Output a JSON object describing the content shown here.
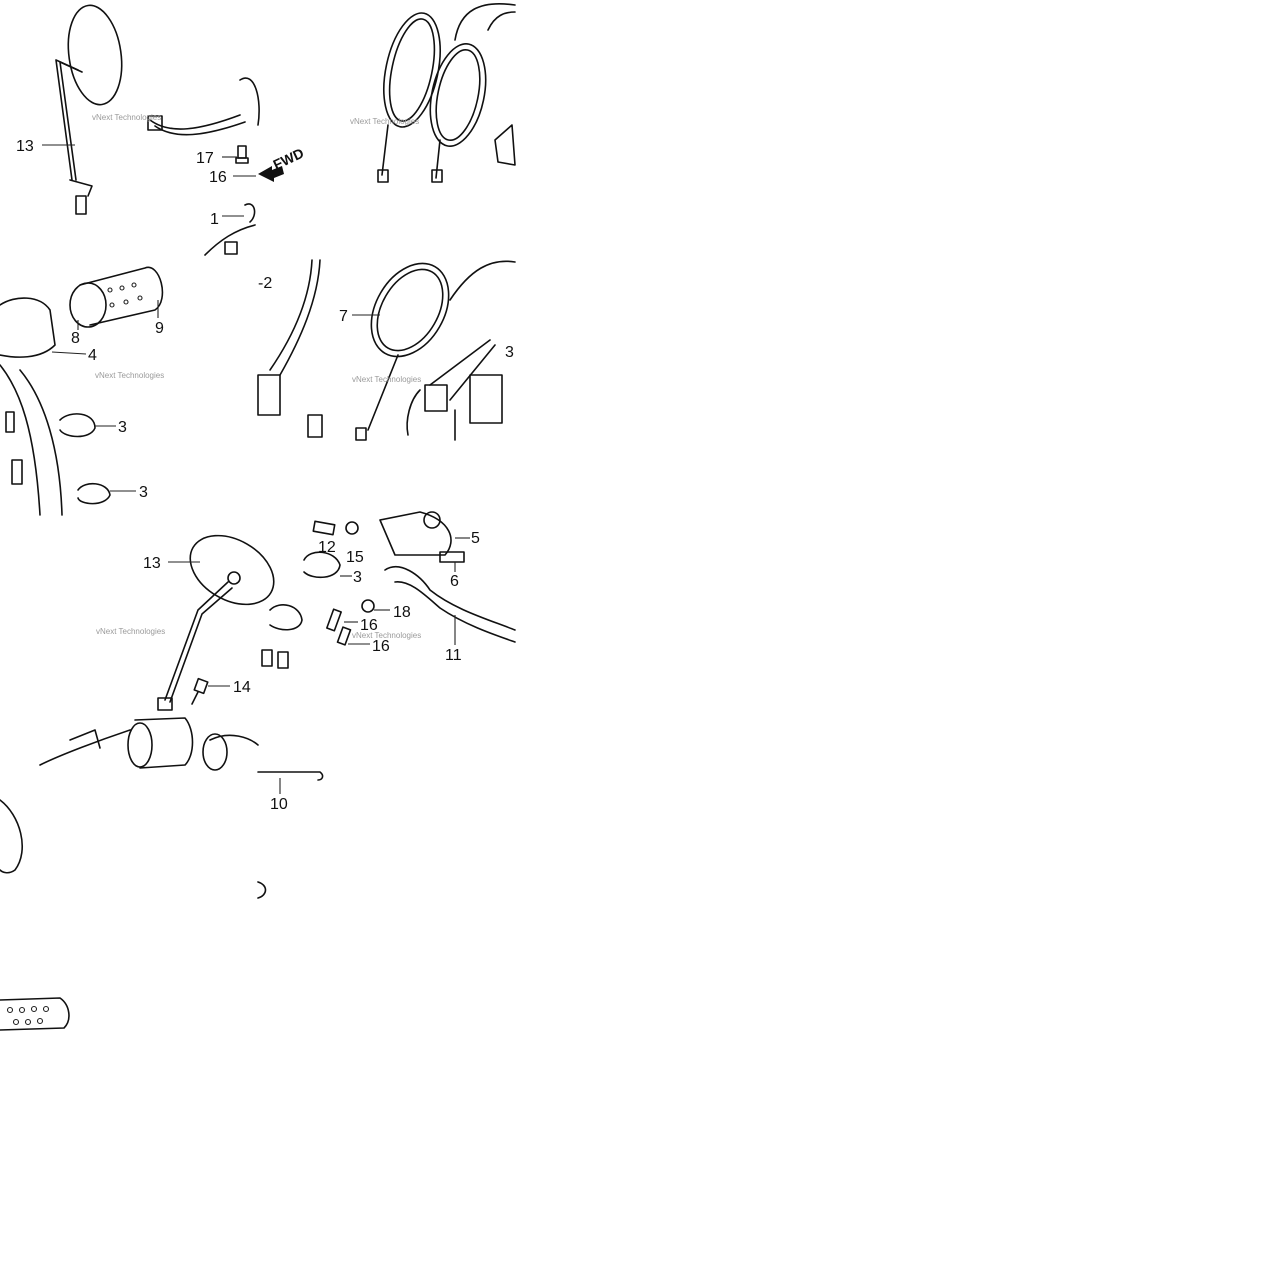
{
  "watermark": "vNext Technologies",
  "direction_label": "FWD",
  "callouts": [
    {
      "id": "c13a",
      "text": "13"
    },
    {
      "id": "c17",
      "text": "17"
    },
    {
      "id": "c16a",
      "text": "16"
    },
    {
      "id": "c1",
      "text": "1"
    },
    {
      "id": "c2",
      "text": "-2"
    },
    {
      "id": "c8",
      "text": "8"
    },
    {
      "id": "c9",
      "text": "9"
    },
    {
      "id": "c4",
      "text": "4"
    },
    {
      "id": "c3a",
      "text": "3"
    },
    {
      "id": "c3b",
      "text": "3"
    },
    {
      "id": "c7",
      "text": "7"
    },
    {
      "id": "c3c",
      "text": "3"
    },
    {
      "id": "c13b",
      "text": "13"
    },
    {
      "id": "c12",
      "text": "12"
    },
    {
      "id": "c15",
      "text": "15"
    },
    {
      "id": "c5",
      "text": "5"
    },
    {
      "id": "c3d",
      "text": "3"
    },
    {
      "id": "c6",
      "text": "6"
    },
    {
      "id": "c18",
      "text": "18"
    },
    {
      "id": "c16b",
      "text": "16"
    },
    {
      "id": "c16c",
      "text": "16"
    },
    {
      "id": "c11",
      "text": "11"
    },
    {
      "id": "c14",
      "text": "14"
    },
    {
      "id": "c10",
      "text": "10"
    }
  ]
}
